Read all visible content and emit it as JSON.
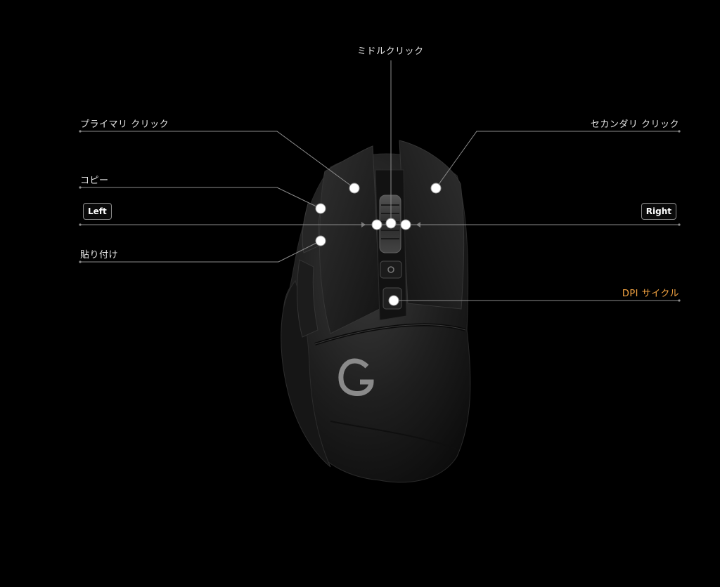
{
  "callouts": {
    "middle_click": "ミドルクリック",
    "primary_click": "プライマリ クリック",
    "secondary_click": "セカンダリ クリック",
    "copy": "コピー",
    "paste": "貼り付け",
    "dpi_cycle": "DPI サイクル"
  },
  "scroll_keys": {
    "left": "Left",
    "right": "Right"
  },
  "colors": {
    "background": "#000000",
    "label": "#e6e6e6",
    "accent": "#f5a442",
    "line": "#8c8c8c",
    "dot": "#ffffff"
  },
  "icons": {
    "brand": "g-logo-icon",
    "dpi_button": "dpi-button-icon"
  }
}
